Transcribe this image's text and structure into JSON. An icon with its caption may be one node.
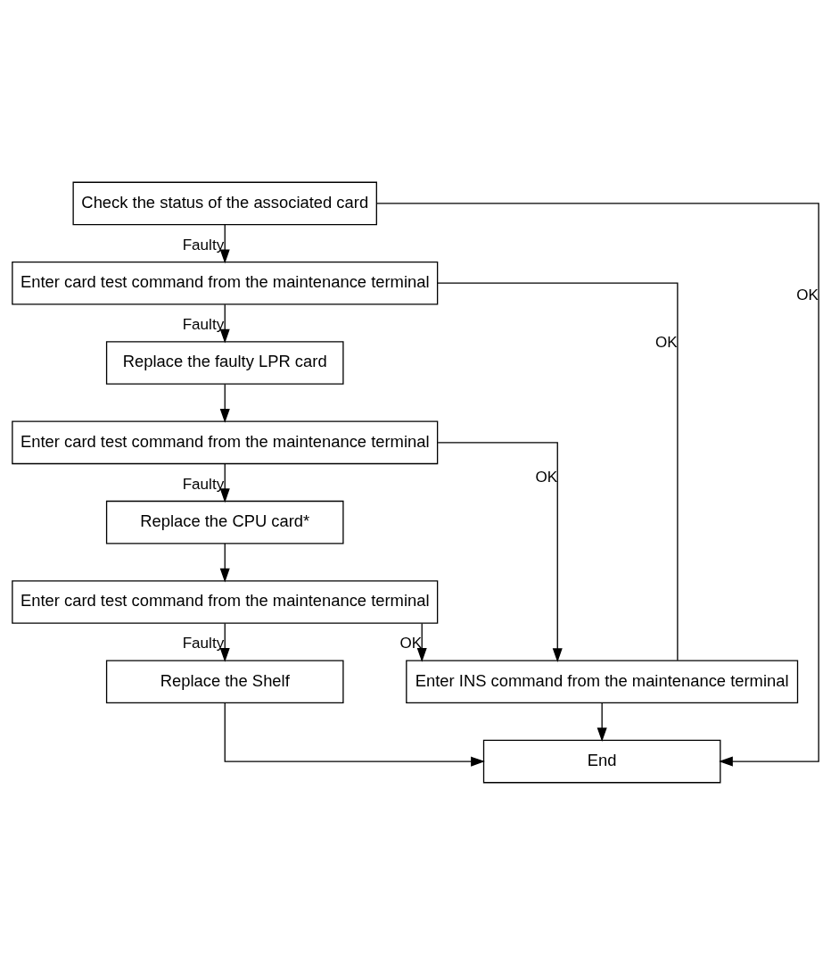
{
  "diagram": {
    "nodes": [
      {
        "text": [
          "Check the status of the associated card"
        ]
      },
      {
        "text": [
          "Enter card test command from the maintenance terminal"
        ]
      },
      {
        "text": [
          "Replace the faulty LPR card"
        ]
      },
      {
        "text": [
          "Enter card test command from the maintenance terminal"
        ]
      },
      {
        "text": [
          "Replace the CPU card*"
        ]
      },
      {
        "text": [
          "Enter card test command from the maintenance terminal"
        ]
      },
      {
        "text": [
          "Replace the Shelf"
        ]
      },
      {
        "text": [
          "Enter INS command from the maintenance terminal"
        ]
      },
      {
        "text": [
          "End"
        ]
      }
    ],
    "edges": [
      {
        "from": 0,
        "to": 1,
        "arrow": "to",
        "label": "Faulty"
      },
      {
        "from": 0,
        "to": 8,
        "arrow": "to",
        "label": "OK"
      },
      {
        "from": 1,
        "to": 2,
        "arrow": "to",
        "label": "Faulty"
      },
      {
        "from": 1,
        "to": 7,
        "arrow": "none",
        "label": "OK"
      },
      {
        "from": 2,
        "to": 3,
        "arrow": "to"
      },
      {
        "from": 3,
        "to": 4,
        "arrow": "to",
        "label": "Faulty"
      },
      {
        "from": 3,
        "to": 7,
        "arrow": "to",
        "label": "OK"
      },
      {
        "from": 4,
        "to": 5,
        "arrow": "to"
      },
      {
        "from": 5,
        "to": 6,
        "arrow": "to",
        "label": "Faulty"
      },
      {
        "from": 5,
        "to": 7,
        "arrow": "to",
        "label": "OK"
      },
      {
        "from": 6,
        "to": 8,
        "arrow": "to"
      },
      {
        "from": 7,
        "to": 8,
        "arrow": "to"
      }
    ]
  }
}
